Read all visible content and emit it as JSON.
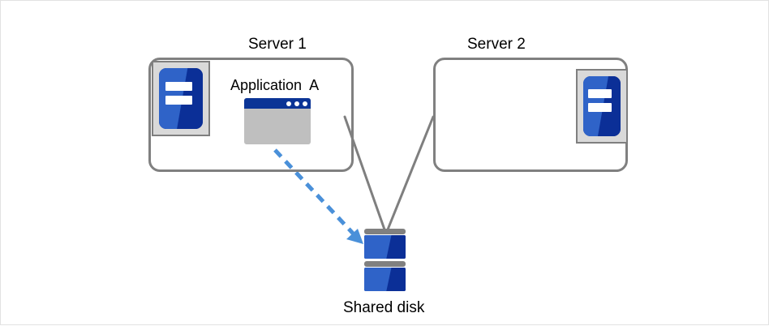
{
  "diagram": {
    "title_text_present": false,
    "background_color": "#ffffff",
    "border_color": "#e2e2e2"
  },
  "labels": {
    "server1": "Server 1",
    "server2": "Server 2",
    "application": "Application  A",
    "shared_disk": "Shared disk"
  },
  "colors": {
    "box_outline": "#808080",
    "machine_frame": "#7f7f7f",
    "machine_frame_fill": "#d9d9d9",
    "chip_blue_light": "#2f63c8",
    "chip_blue_dark": "#0b2f97",
    "app_titlebar": "#0b3496",
    "app_body": "#bfbfbf",
    "disk_bar": "#808080",
    "connector_line": "#7f7f7f",
    "arrow_blue": "#4a90d9"
  },
  "nodes": {
    "server1": {
      "label": "Server 1",
      "has_application": true,
      "application_label": "Application  A"
    },
    "server2": {
      "label": "Server 2",
      "has_application": false
    },
    "storage": {
      "label": "Shared disk",
      "platters": 2
    }
  },
  "connectors": [
    {
      "name": "server1-to-disk",
      "from": "server1",
      "to": "shared-disk",
      "style": "solid",
      "color": "#7f7f7f",
      "arrow": false
    },
    {
      "name": "server2-to-disk",
      "from": "server2",
      "to": "shared-disk",
      "style": "solid",
      "color": "#7f7f7f",
      "arrow": false
    },
    {
      "name": "application-a-to-disk",
      "from": "application-a",
      "to": "shared-disk",
      "style": "dashed",
      "color": "#4a90d9",
      "arrow": true
    }
  ],
  "icons": {
    "machine": "server-machine-icon",
    "application": "application-window-icon",
    "storage": "disk-stack-icon",
    "access_arrow": "dashed-arrow-icon"
  }
}
